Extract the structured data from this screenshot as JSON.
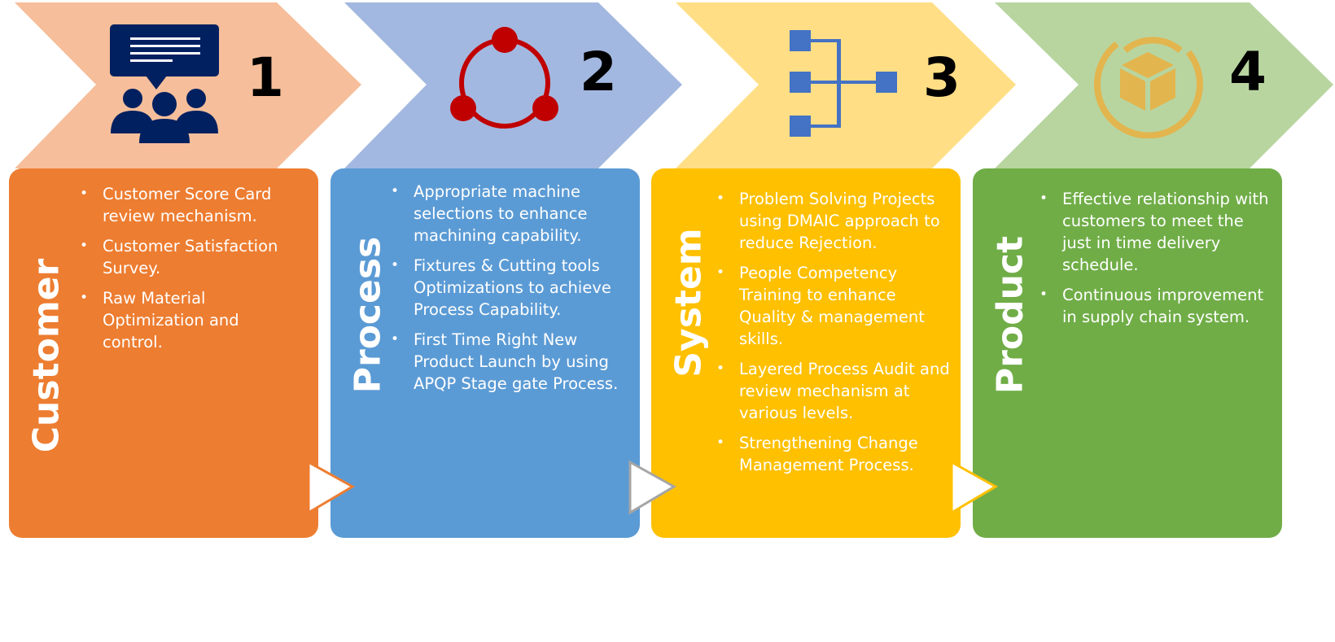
{
  "colors": {
    "chevron_1": "#F6BE9A",
    "chevron_2": "#A3B8E0",
    "chevron_3": "#FFDE85",
    "chevron_4": "#B8D5A0",
    "card_1": "#ED7D31",
    "card_2": "#5B9BD5",
    "card_3": "#FFC000",
    "card_4": "#70AD47",
    "icon_navy": "#002060",
    "icon_red": "#C00000",
    "icon_blue": "#4472C4",
    "icon_gold": "#E3B54E"
  },
  "steps": [
    {
      "number": "1",
      "icon": "customer-feedback-icon",
      "title": "Customer",
      "bullets": [
        "Customer Score Card review mechanism.",
        "Customer Satisfaction Survey.",
        "Raw Material Optimization and control."
      ]
    },
    {
      "number": "2",
      "icon": "process-cycle-icon",
      "title": "Process",
      "bullets": [
        "Appropriate machine selections to enhance machining capability.",
        "Fixtures & Cutting tools Optimizations to achieve Process Capability.",
        " First Time Right New Product Launch by using APQP Stage gate Process."
      ]
    },
    {
      "number": "3",
      "icon": "hierarchy-icon",
      "title": "System",
      "bullets": [
        "Problem Solving Projects using DMAIC approach to reduce Rejection.",
        "People Competency Training to enhance Quality & management skills.",
        "Layered Process Audit and review mechanism at various levels.",
        "Strengthening Change Management Process."
      ]
    },
    {
      "number": "4",
      "icon": "product-box-icon",
      "title": "Product",
      "bullets": [
        "Effective relationship with customers to meet the just in time delivery schedule.",
        "Continuous improvement in supply chain system."
      ]
    }
  ]
}
